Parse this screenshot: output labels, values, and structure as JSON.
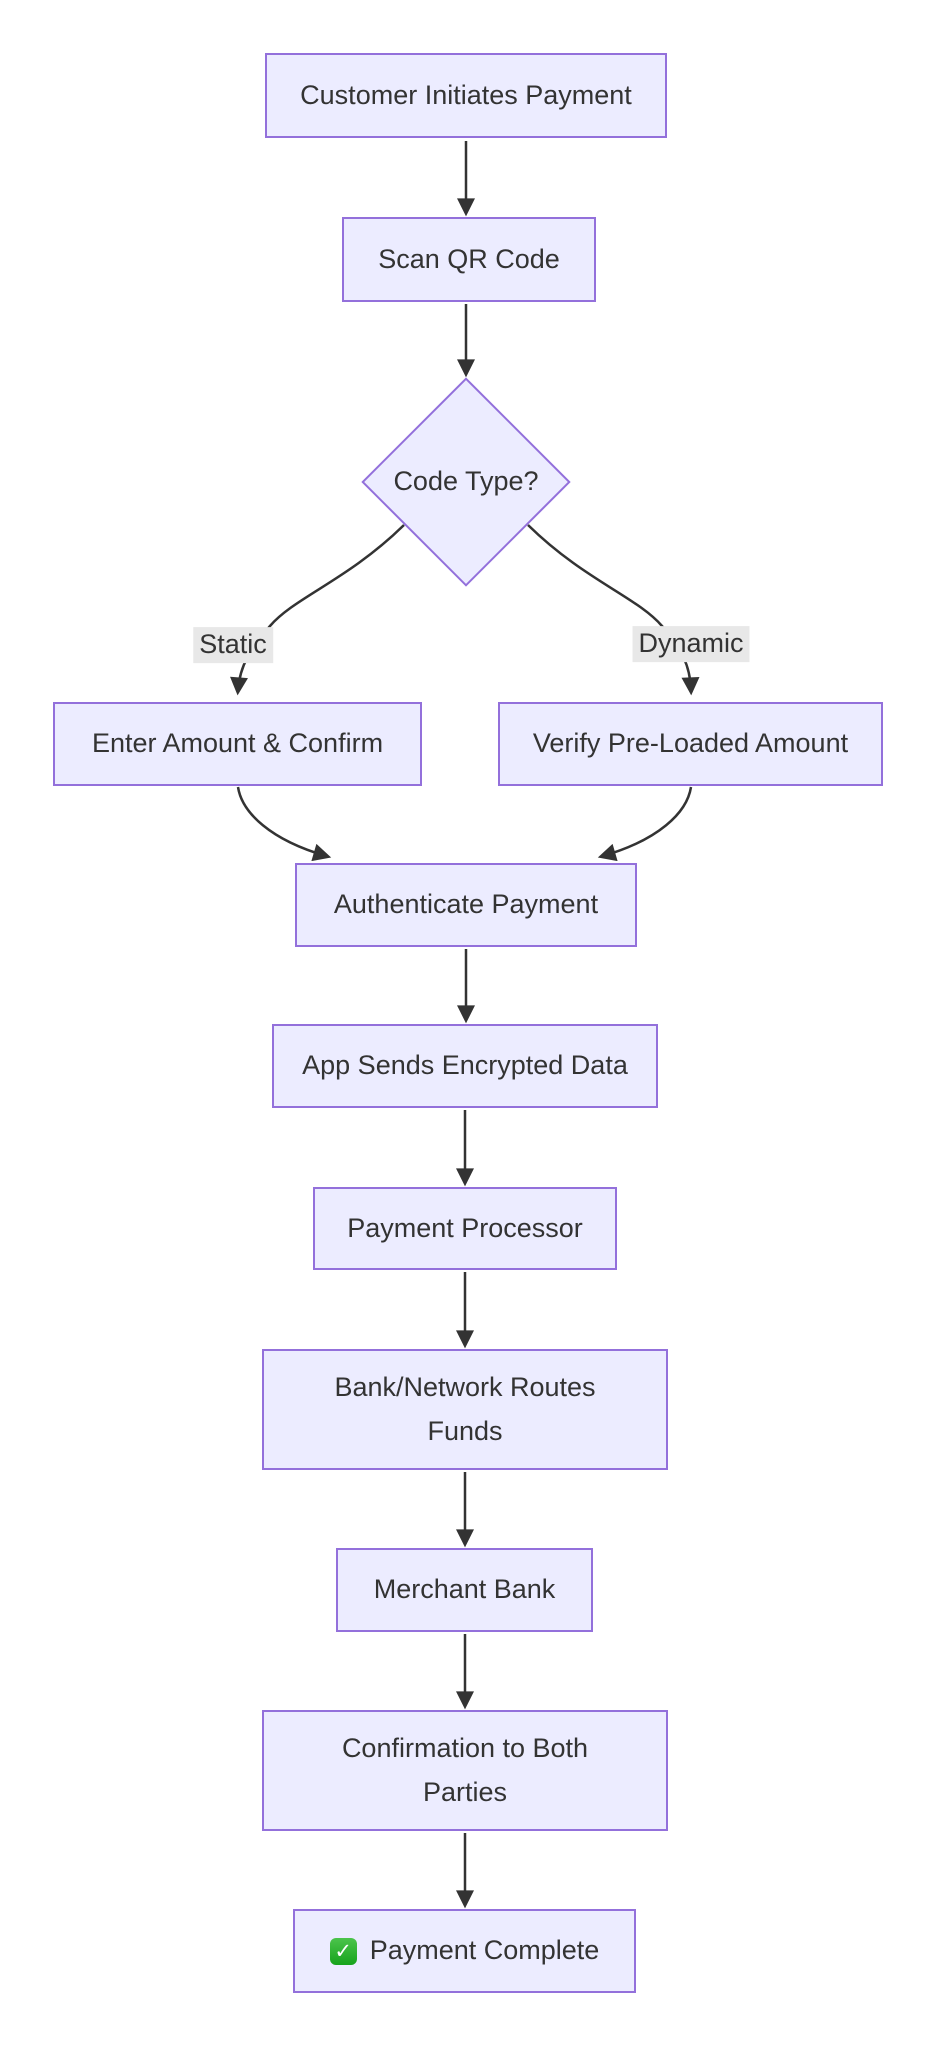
{
  "diagram": {
    "type": "flowchart-top-down",
    "nodes": [
      {
        "id": "start",
        "shape": "rect",
        "label": "Customer Initiates Payment"
      },
      {
        "id": "scan",
        "shape": "rect",
        "label": "Scan QR Code"
      },
      {
        "id": "decision",
        "shape": "diamond",
        "label": "Code Type?"
      },
      {
        "id": "enter-amount",
        "shape": "rect",
        "label": "Enter Amount & Confirm"
      },
      {
        "id": "verify-amount",
        "shape": "rect",
        "label": "Verify Pre-Loaded Amount"
      },
      {
        "id": "authenticate",
        "shape": "rect",
        "label": "Authenticate Payment"
      },
      {
        "id": "app-sends",
        "shape": "rect",
        "label": "App Sends Encrypted Data"
      },
      {
        "id": "processor",
        "shape": "rect",
        "label": "Payment Processor"
      },
      {
        "id": "bank-routes",
        "shape": "rect",
        "label": "Bank/Network Routes Funds"
      },
      {
        "id": "merchant-bank",
        "shape": "rect",
        "label": "Merchant Bank"
      },
      {
        "id": "confirmation",
        "shape": "rect",
        "label": "Confirmation to Both Parties"
      },
      {
        "id": "complete",
        "shape": "rect",
        "label": "Payment Complete",
        "icon": "check-mark-emoji"
      }
    ],
    "edges": [
      {
        "from": "start",
        "to": "scan",
        "label": ""
      },
      {
        "from": "scan",
        "to": "decision",
        "label": ""
      },
      {
        "from": "decision",
        "to": "enter-amount",
        "label": "Static"
      },
      {
        "from": "decision",
        "to": "verify-amount",
        "label": "Dynamic"
      },
      {
        "from": "enter-amount",
        "to": "authenticate",
        "label": ""
      },
      {
        "from": "verify-amount",
        "to": "authenticate",
        "label": ""
      },
      {
        "from": "authenticate",
        "to": "app-sends",
        "label": ""
      },
      {
        "from": "app-sends",
        "to": "processor",
        "label": ""
      },
      {
        "from": "processor",
        "to": "bank-routes",
        "label": ""
      },
      {
        "from": "bank-routes",
        "to": "merchant-bank",
        "label": ""
      },
      {
        "from": "merchant-bank",
        "to": "confirmation",
        "label": ""
      },
      {
        "from": "confirmation",
        "to": "complete",
        "label": ""
      }
    ],
    "icons": {
      "check_mark": "✓"
    },
    "colors": {
      "node_fill": "#ECECFF",
      "node_border": "#9370DB",
      "text": "#333333",
      "edge_line": "#333333",
      "edge_label_bg": "#e8e8e8",
      "check_green": "#21ab26",
      "check_mark_white": "#ffffff",
      "background": "#ffffff"
    }
  }
}
